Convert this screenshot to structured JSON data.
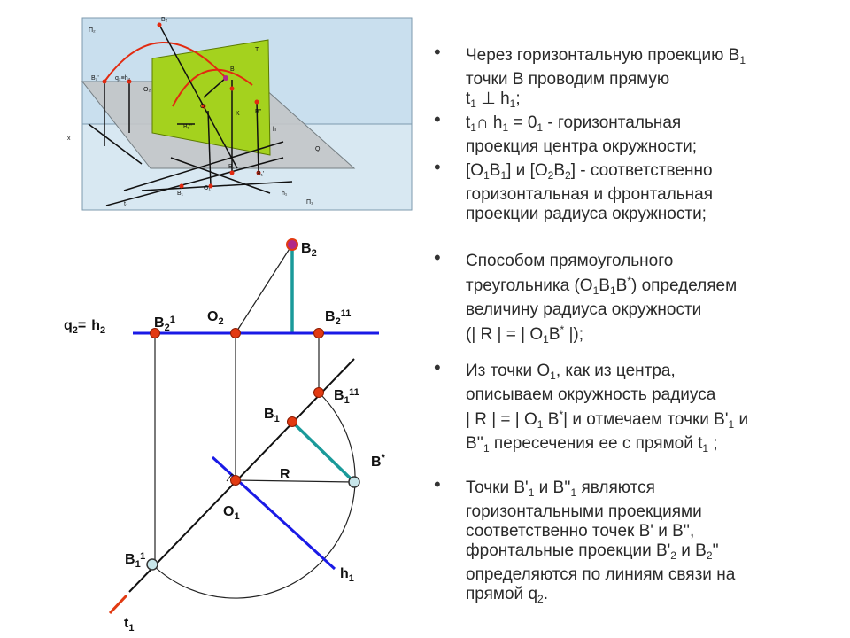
{
  "inset": {
    "labels": {
      "pi2": "П₂",
      "b2": "B₂",
      "t": "T",
      "b": "B",
      "b2p": "B₂'",
      "q2h2": "q₂≡h₂",
      "o2": "O₂",
      "o": "O",
      "k": "K",
      "bpp": "B''",
      "b1pp": "B₁''",
      "h": "h",
      "q": "Q",
      "x": "x",
      "b1": "B₁",
      "b1s": "B₁",
      "o1": "O₁",
      "b1p": "B₁'",
      "h1": "h₁",
      "pi1": "П₁",
      "t1": "t₁"
    }
  },
  "diagram": {
    "labels": {
      "b2": "B",
      "b2_sub": "2",
      "q2": "q",
      "q2_sub": "2",
      "q2_eq": "=",
      "h2": "h",
      "h2_sub": "2",
      "b2_1": "B",
      "b2_1_sub": "2",
      "b2_1_sup": "1",
      "o2": "O",
      "o2_sub": "2",
      "b2_11": "B",
      "b2_11_sub": "2",
      "b2_11_sup": "11",
      "b1_11": "B",
      "b1_11_sub": "1",
      "b1_11_sup": "11",
      "b1": "B",
      "b1_sub": "1",
      "bstar": "B",
      "bstar_sup": "*",
      "r": "R",
      "o1": "O",
      "o1_sub": "1",
      "b1_1": "B",
      "b1_1_sub": "1",
      "b1_1_sup": "1",
      "h1": "h",
      "h1_sub": "1",
      "t1": "t",
      "t1_sub": "1"
    }
  },
  "bullets": {
    "b1": {
      "l1a": "Через горизонтальную проекцию B",
      "l1s": "1",
      "l2": "точки B проводим прямую",
      "l3a": "t",
      "l3s": "1",
      "l3b": " ⊥ h",
      "l3s2": "1",
      "l3c": ";"
    },
    "b2": {
      "l1a": "t",
      "l1s": "1",
      "l1b": "∩ h",
      "l1s2": "1",
      "l1c": " = 0",
      "l1s3": "1",
      "l1d": " - горизонтальная",
      "l2": "проекция центра окружности;"
    },
    "b3": {
      "l1a": "[O",
      "l1s": "1",
      "l1b": "B",
      "l1s2": "1",
      "l1c": "] и [O",
      "l1s3": "2",
      "l1d": "B",
      "l1s4": "2",
      "l1e": "] - соответственно",
      "l2": "горизонтальная и фронтальная",
      "l3": "проекции радиуса окружности;"
    },
    "b4": {
      "l1": "Способом прямоугольного",
      "l2a": "треугольника (O",
      "l2s": "1",
      "l2b": "B",
      "l2s2": "1",
      "l2c": "B",
      "l2sup": "*",
      "l2d": ") определяем",
      "l3": "величину радиуса окружности",
      "l4a": "(| R | = | O",
      "l4s": "1",
      "l4b": "B",
      "l4sup": "*",
      "l4c": " |);"
    },
    "b5": {
      "l1a": "Из точки O",
      "l1s": "1",
      "l1b": ", как из центра,",
      "l2": "описываем окружность радиуса",
      "l3a": "| R | = | O",
      "l3s": "1",
      "l3b": " B",
      "l3sup": "*",
      "l3c": "| и отмечаем точки B'",
      "l3s2": "1",
      "l3d": " и",
      "l4a": "B''",
      "l4s": "1",
      "l4b": " пересечения ее с прямой t",
      "l4s2": "1",
      "l4c": " ;"
    },
    "b6": {
      "l1a": "Точки B'",
      "l1s": "1",
      "l1b": " и B''",
      "l1s2": "1",
      "l1c": " являются",
      "l2": "горизонтальными проекциями",
      "l3": "соответственно точек B' и B'',",
      "l4a": "фронтальные проекции B'",
      "l4s": "2",
      "l4b": " и B",
      "l4s2": "2",
      "l4c": "''",
      "l5": "определяются по линиям связи на",
      "l6a": "прямой q",
      "l6s": "2",
      "l6b": "."
    }
  },
  "colors": {
    "blue": "#1a1ae6",
    "teal": "#1a9a9a",
    "point_red": "#e23a12",
    "point_light": "#c8e6ea",
    "magenta": "#b0288a",
    "green_plane": "#a4d21e",
    "inset_bg": "#cfe3ef"
  }
}
